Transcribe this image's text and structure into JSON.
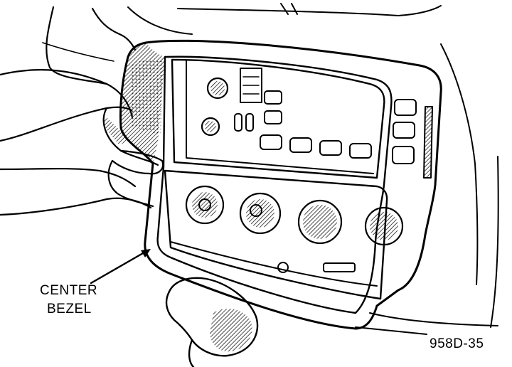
{
  "figure": {
    "callout": {
      "line1": "CENTER",
      "line2": "BEZEL"
    },
    "figure_number": "958D-35"
  },
  "colors": {
    "ink": "#000000",
    "paper": "#ffffff"
  }
}
